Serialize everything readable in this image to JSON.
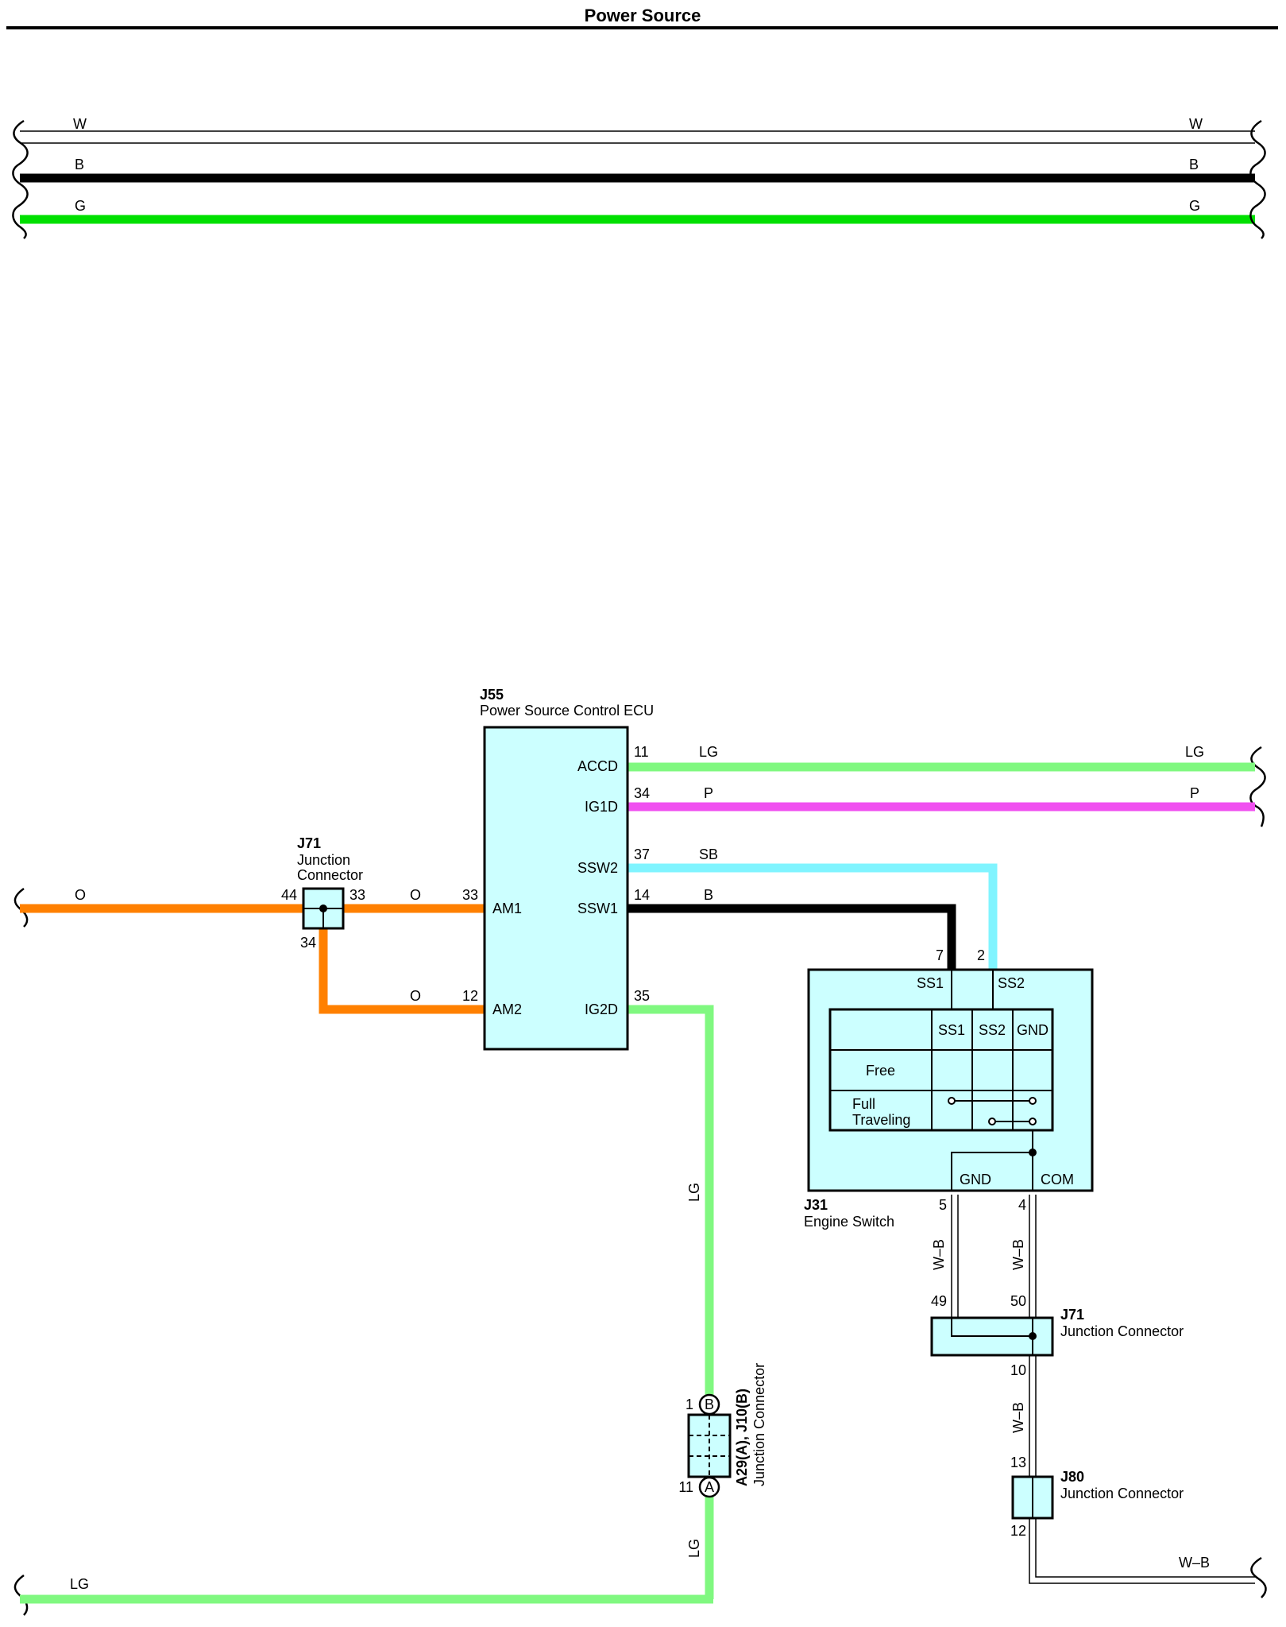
{
  "title": "Power Source",
  "colors": {
    "white_wire": "#ffffff",
    "black_wire": "#000000",
    "green_wire": "#00e000",
    "light_green_wire": "#80f880",
    "pink_wire": "#f050f0",
    "sky_blue_wire": "#80f4ff",
    "orange_wire": "#ff8000",
    "component_fill": "#ccffff"
  },
  "top_wires": [
    {
      "left_label": "W",
      "right_label": "W"
    },
    {
      "left_label": "B",
      "right_label": "B"
    },
    {
      "left_label": "G",
      "right_label": "G"
    }
  ],
  "ecu": {
    "code": "J55",
    "name": "Power Source Control ECU",
    "pins": {
      "accd": "ACCD",
      "ig1d": "IG1D",
      "ssw2": "SSW2",
      "ssw1": "SSW1",
      "ig2d": "IG2D",
      "am1": "AM1",
      "am2": "AM2"
    },
    "pin_numbers": {
      "accd": "11",
      "ig1d": "34",
      "ssw2": "37",
      "ssw1": "14",
      "ig2d": "35",
      "am1": "33",
      "am2": "12"
    }
  },
  "wire_labels": {
    "accd_left": "LG",
    "accd_right": "LG",
    "ig1d_left": "P",
    "ig1d_right": "P",
    "ssw2": "SB",
    "ssw1": "B",
    "orange_in": "O",
    "orange_am1": "O",
    "orange_am2": "O",
    "ig2d_vertical_upper": "LG",
    "ig2d_vertical_lower": "LG",
    "bottom_lg": "LG",
    "gnd_wb": "W–B",
    "com_wb": "W–B",
    "j71_wb": "W–B",
    "bottom_wb": "W–B"
  },
  "j71_left": {
    "code": "J71",
    "name_line1": "Junction",
    "name_line2": "Connector",
    "pin_in": "44",
    "pin_out": "33",
    "pin_down": "34"
  },
  "engine_switch": {
    "code": "J31",
    "name": "Engine Switch",
    "top_ss1": "SS1",
    "top_ss2": "SS2",
    "pin_ss1": "7",
    "pin_ss2": "2",
    "table_headers": [
      "SS1",
      "SS2",
      "GND"
    ],
    "row_free": "Free",
    "row_full_line1": "Full",
    "row_full_line2": "Traveling",
    "bottom_gnd": "GND",
    "bottom_com": "COM",
    "pin_gnd": "5",
    "pin_com": "4"
  },
  "j71_right": {
    "code": "J71",
    "name": "Junction Connector",
    "pin_a": "49",
    "pin_b": "50",
    "pin_out": "10"
  },
  "j80": {
    "code": "J80",
    "name": "Junction Connector",
    "pin_in": "13",
    "pin_out": "12"
  },
  "a29": {
    "code": "A29(A), J10(B)",
    "name": "Junction Connector",
    "pin_top": "1",
    "letter_top": "B",
    "pin_bottom": "11",
    "letter_bottom": "A"
  }
}
